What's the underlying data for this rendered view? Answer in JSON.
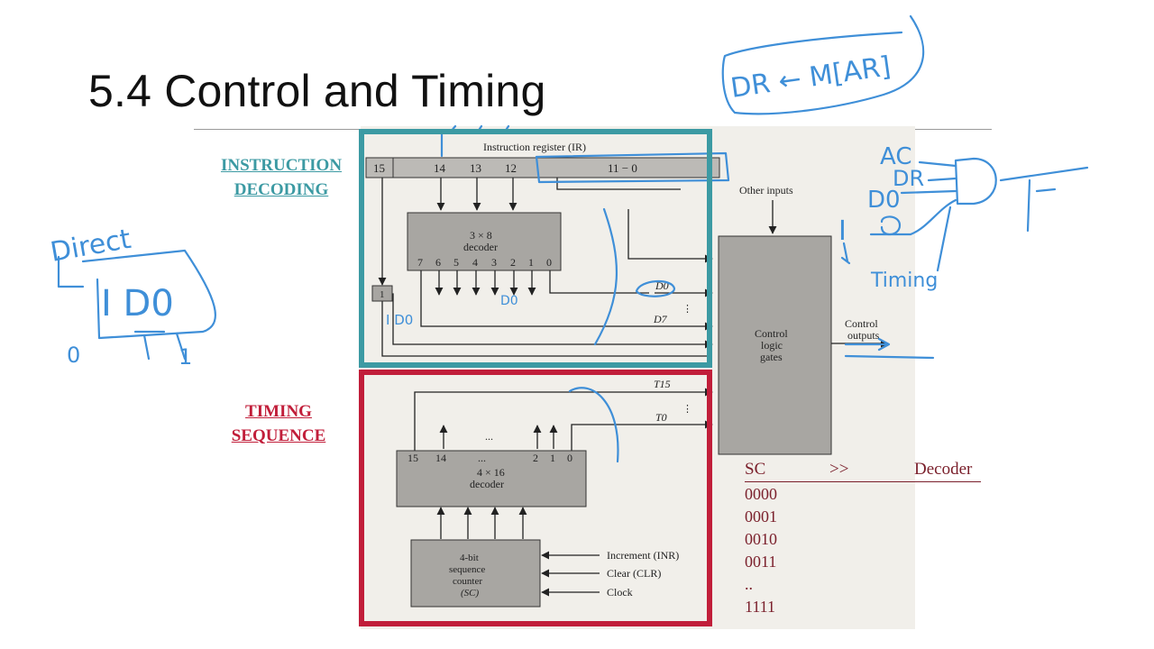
{
  "slide": {
    "title": "5.4 Control and Timing"
  },
  "sections": {
    "instruction_decoding": "INSTRUCTION DECODING",
    "timing_sequence": "TIMING SEQUENCE"
  },
  "colors": {
    "teal": "#3c9aa3",
    "crimson": "#c11e3a",
    "ink": "#3f8fd8",
    "table_text": "#7a1f2b"
  },
  "diagram": {
    "ir_label": "Instruction register (IR)",
    "ir_bits": [
      "15",
      "14",
      "13",
      "12",
      "11 − 0"
    ],
    "decoder_3x8": "3 × 8",
    "decoder_word": "decoder",
    "decoder_3x8_outputs": [
      "7",
      "6",
      "5",
      "4",
      "3",
      "2",
      "1",
      "0"
    ],
    "flipflop": "1",
    "d0": "D0",
    "d7": "D7",
    "other_inputs": "Other inputs",
    "control_logic": [
      "Control",
      "logic",
      "gates"
    ],
    "control_outputs": [
      "Control",
      "outputs"
    ],
    "t15": "T15",
    "t0": "T0",
    "ellipsis": "...",
    "decoder_4x16": "4 × 16",
    "decoder_4x16_outputs": [
      "15",
      "14",
      "...",
      "2",
      "1",
      "0"
    ],
    "counter": [
      "4-bit",
      "sequence",
      "counter",
      "(SC)"
    ],
    "increment": "Increment (INR)",
    "clear": "Clear (CLR)",
    "clock": "Clock"
  },
  "sc_table": {
    "header_sc": "SC",
    "header_arrow": ">>",
    "header_decoder": "Decoder",
    "rows": [
      "0000",
      "0001",
      "0010",
      "0011",
      "..",
      "1111"
    ]
  },
  "annotations": {
    "dr_mar": "DR ← M[AR]",
    "direct": "Direct",
    "i_do": "I D0",
    "ac": "AC",
    "dr": "DR",
    "d0": "D0",
    "i": "I",
    "timing": "Timing",
    "zero": "0",
    "i_d0_small": "I D0",
    "d0_small": "D0",
    "one": "1"
  }
}
